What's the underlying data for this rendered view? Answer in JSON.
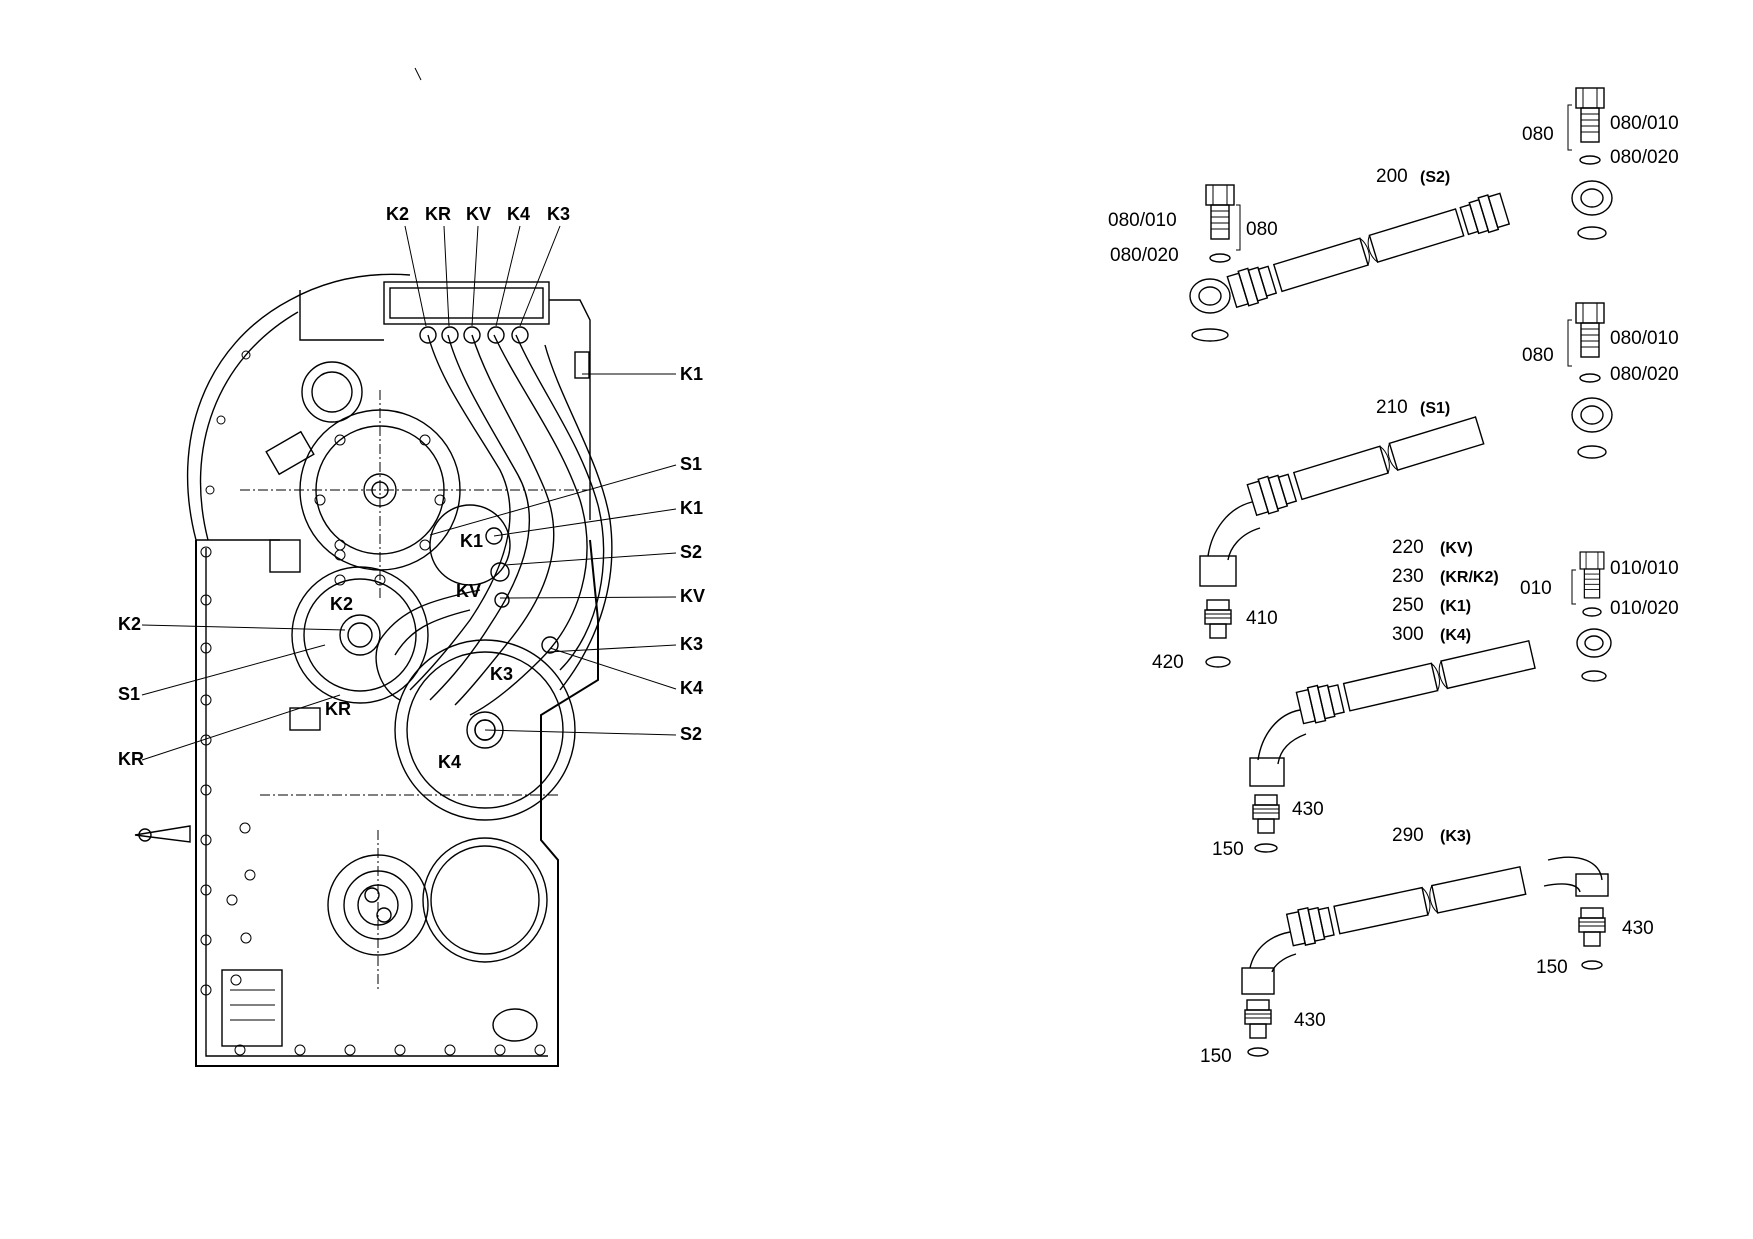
{
  "diagram": {
    "top_labels": [
      "K2",
      "KR",
      "KV",
      "K4",
      "K3"
    ],
    "right_callouts": [
      "K1",
      "S1",
      "K1",
      "S2",
      "KV",
      "K3",
      "K4",
      "S2"
    ],
    "left_callouts": [
      "K2",
      "S1",
      "KR"
    ],
    "inner_labels": [
      "K1",
      "KV",
      "K2",
      "K3",
      "KR",
      "K4"
    ],
    "parts": {
      "p200": {
        "num": "200",
        "code": "(S2)",
        "left": {
          "bolt": "080",
          "a": "080/010",
          "b": "080/020"
        },
        "right": {
          "bolt": "080",
          "a": "080/010",
          "b": "080/020"
        }
      },
      "p210": {
        "num": "210",
        "code": "(S1)",
        "bolt": "080",
        "a": "080/010",
        "b": "080/020",
        "fit": "410",
        "ring": "420"
      },
      "group": [
        {
          "num": "220",
          "code": "(KV)"
        },
        {
          "num": "230",
          "code": "(KR/K2)"
        },
        {
          "num": "250",
          "code": "(K1)"
        },
        {
          "num": "300",
          "code": "(K4)"
        }
      ],
      "group_bolt": {
        "bolt": "010",
        "a": "010/010",
        "b": "010/020",
        "fit": "430",
        "ring": "150"
      },
      "p290": {
        "num": "290",
        "code": "(K3)",
        "fit_l": "430",
        "ring_l": "150",
        "fit_r": "430",
        "ring_r": "150"
      }
    }
  }
}
